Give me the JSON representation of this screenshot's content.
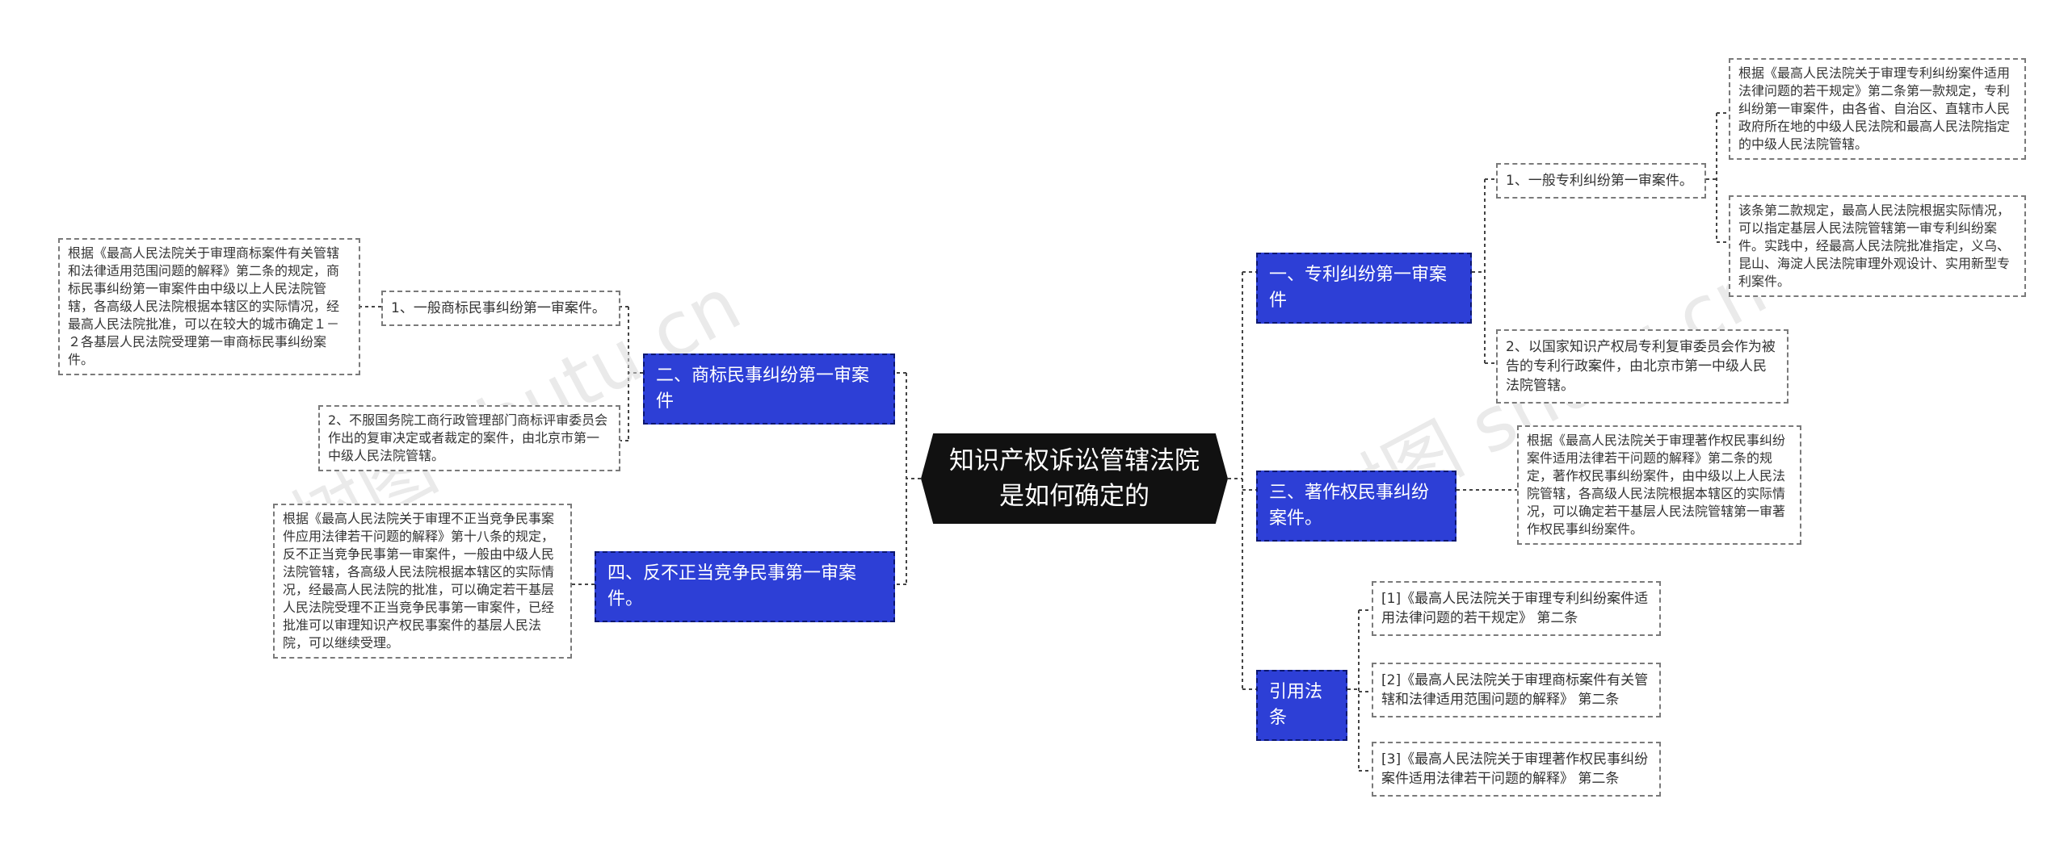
{
  "center": {
    "title": "知识产权诉讼管辖法院是如何确定的"
  },
  "branches": {
    "patent": "一、专利纠纷第一审案件",
    "trademark": "二、商标民事纠纷第一审案件",
    "copyright": "三、著作权民事纠纷案件。",
    "unfair": "四、反不正当竞争民事第一审案件。",
    "refs": "引用法条"
  },
  "patent": {
    "general": "1、一般专利纠纷第一审案件。",
    "detail1": "根据《最高人民法院关于审理专利纠纷案件适用法律问题的若干规定》第二条第一款规定，专利纠纷第一审案件，由各省、自治区、直辖市人民政府所在地的中级人民法院和最高人民法院指定的中级人民法院管辖。",
    "detail2": "该条第二款规定，最高人民法院根据实际情况，可以指定基层人民法院管辖第一审专利纠纷案件。实践中，经最高人民法院批准指定，义乌、昆山、海淀人民法院审理外观设计、实用新型专利案件。",
    "admin": "2、以国家知识产权局专利复审委员会作为被告的专利行政案件，由北京市第一中级人民法院管辖。"
  },
  "trademark": {
    "general": "1、一般商标民事纠纷第一审案件。",
    "detail": "根据《最高人民法院关于审理商标案件有关管辖和法律适用范围问题的解释》第二条的规定，商标民事纠纷第一审案件由中级以上人民法院管辖，各高级人民法院根据本辖区的实际情况，经最高人民法院批准，可以在较大的城市确定１－２各基层人民法院受理第一审商标民事纠纷案件。",
    "review": "2、不服国务院工商行政管理部门商标评审委员会作出的复审决定或者裁定的案件，由北京市第一中级人民法院管辖。"
  },
  "copyright": {
    "detail": "根据《最高人民法院关于审理著作权民事纠纷案件适用法律若干问题的解释》第二条的规定，著作权民事纠纷案件，由中级以上人民法院管辖，各高级人民法院根据本辖区的实际情况，可以确定若干基层人民法院管辖第一审著作权民事纠纷案件。"
  },
  "unfair": {
    "detail": "根据《最高人民法院关于审理不正当竞争民事案件应用法律若干问题的解释》第十八条的规定，反不正当竞争民事第一审案件，一般由中级人民法院管辖，各高级人民法院根据本辖区的实际情况，经最高人民法院的批准，可以确定若干基层人民法院受理不正当竞争民事第一审案件，已经批准可以审理知识产权民事案件的基层人民法院，可以继续受理。"
  },
  "refs": {
    "r1": "[1]《最高人民法院关于审理专利纠纷案件适用法律问题的若干规定》 第二条",
    "r2": "[2]《最高人民法院关于审理商标案件有关管辖和法律适用范围问题的解释》 第二条",
    "r3": "[3]《最高人民法院关于审理著作权民事纠纷案件适用法律若干问题的解释》 第二条"
  },
  "watermarks": [
    "树图 shutu.cn",
    "树图 shutu.cn"
  ]
}
